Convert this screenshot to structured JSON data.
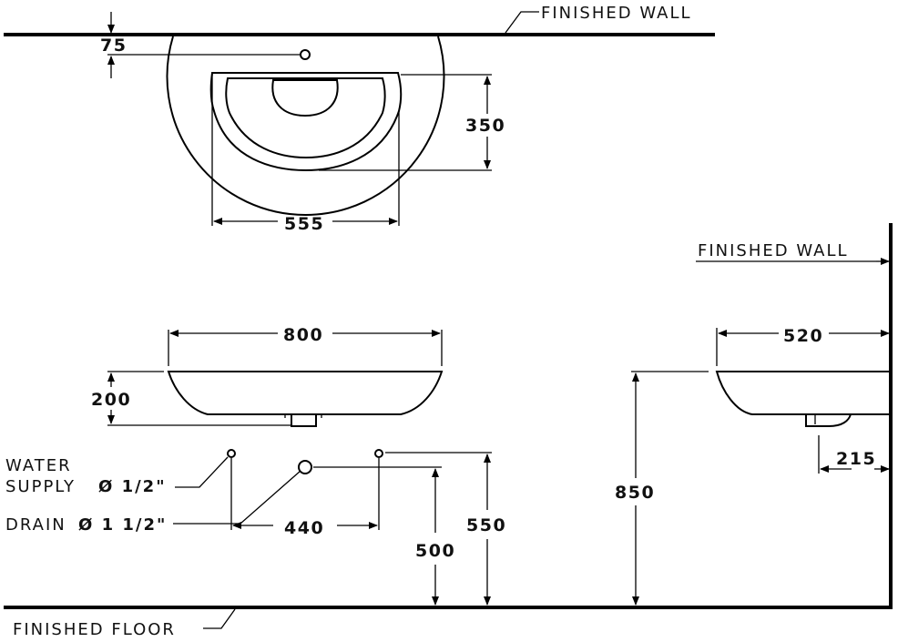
{
  "labels": {
    "finished_wall_top": "FINISHED  WALL",
    "finished_wall_side": "FINISHED  WALL",
    "finished_floor": "FINISHED  FLOOR",
    "water_line1": "WATER",
    "water_line2": "SUPPLY",
    "water_size": "Ø 1/2\"",
    "drain_label": "DRAIN",
    "drain_size": "Ø 1  1/2\""
  },
  "dimensions": {
    "top_offset": "75",
    "bowl_depth": "350",
    "bowl_width": "555",
    "front_width": "800",
    "front_height": "200",
    "side_depth": "520",
    "drain_offset": "215",
    "supply_spacing": "440",
    "drain_height": "500",
    "supply_height": "550",
    "rim_height": "850"
  }
}
